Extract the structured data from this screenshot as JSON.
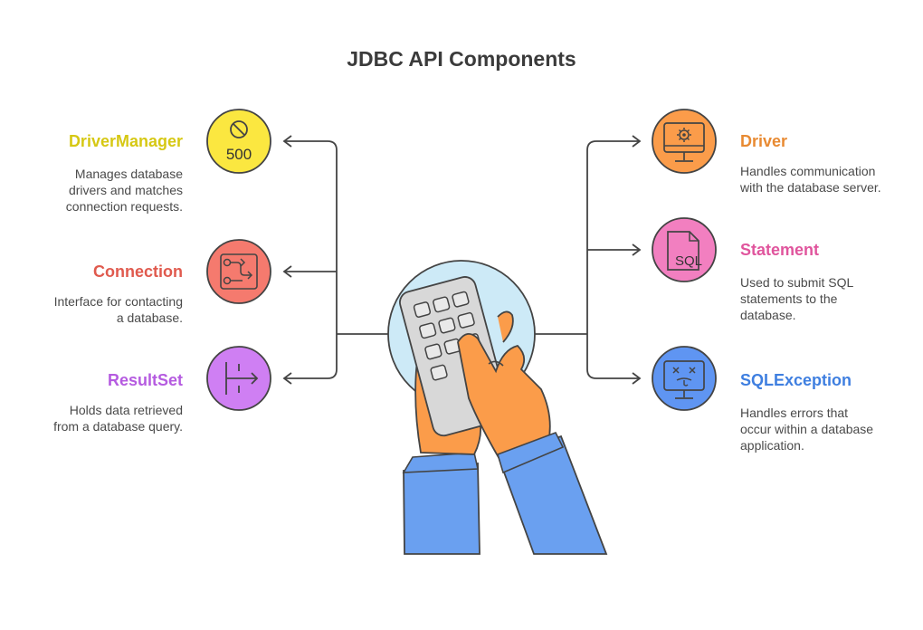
{
  "title": "JDBC API Components",
  "components": [
    {
      "key": "drivermanager",
      "label": "DriverManager",
      "color": "#d6c814",
      "icon_fill": "#fbe740",
      "icon": "prohibited-500-icon",
      "icon_text": "500",
      "description": [
        "Manages database",
        "drivers and matches",
        "connection requests."
      ]
    },
    {
      "key": "connection",
      "label": "Connection",
      "color": "#e05a4e",
      "icon_fill": "#f57a6e",
      "icon": "flow-switch-icon",
      "description": [
        "Interface for contacting",
        "a database."
      ]
    },
    {
      "key": "resultset",
      "label": "ResultSet",
      "color": "#b55be0",
      "icon_fill": "#cf7ff3",
      "icon": "split-arrow-icon",
      "description": [
        "Holds data retrieved",
        "from a database query."
      ]
    },
    {
      "key": "driver",
      "label": "Driver",
      "color": "#e88a32",
      "icon_fill": "#fb9c4a",
      "icon": "monitor-gear-icon",
      "description": [
        "Handles communication",
        "with the database server."
      ]
    },
    {
      "key": "statement",
      "label": "Statement",
      "color": "#e0559d",
      "icon_fill": "#f27fc0",
      "icon": "sql-file-icon",
      "icon_text": "SQL",
      "description": [
        "Used to submit SQL",
        "statements to the",
        "database."
      ]
    },
    {
      "key": "sqlexception",
      "label": "SQLException",
      "color": "#3f7fe0",
      "icon_fill": "#5f95f2",
      "icon": "monitor-error-icon",
      "description": [
        "Handles errors that",
        "occur within a database",
        "application."
      ]
    }
  ],
  "center_illustration": "hands-calculator-icon"
}
